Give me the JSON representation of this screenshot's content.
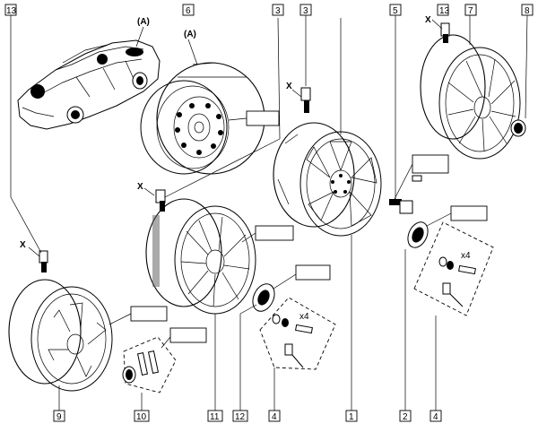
{
  "callouts": {
    "c1": "1",
    "c2": "2",
    "c3": "3",
    "c4a": "4",
    "c4b": "4",
    "c5": "5",
    "c6": "6",
    "c7": "7",
    "c8": "8",
    "c9": "9",
    "c10": "10",
    "c11": "11",
    "c12": "12",
    "c13a": "13",
    "c13b": "13"
  },
  "labels": {
    "a_car": "(A)",
    "a_wheel": "(A)",
    "x1": "X",
    "x2": "X",
    "x3": "X",
    "x4": "X",
    "qty1": "x4",
    "qty2": "x4"
  }
}
